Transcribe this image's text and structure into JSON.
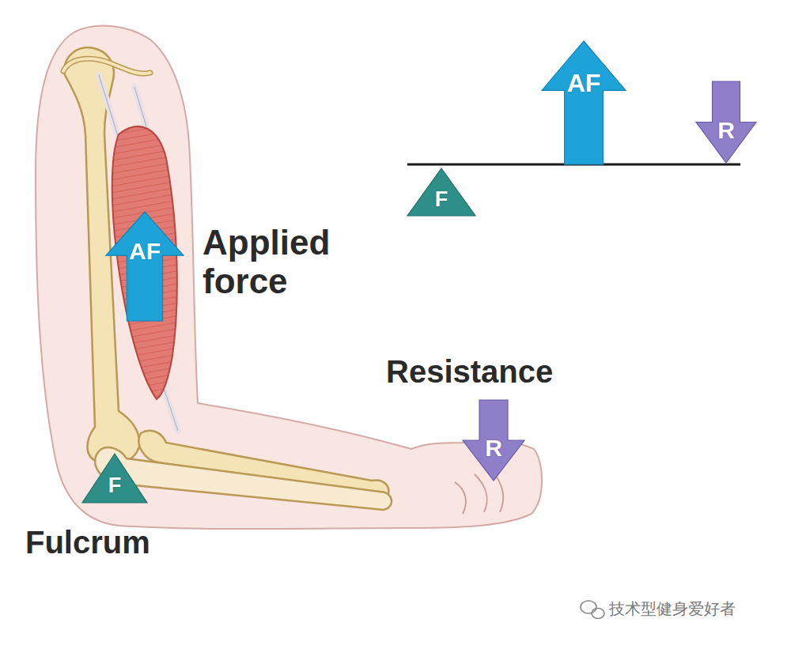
{
  "diagram": {
    "nodes": [
      {
        "text": [
          "AF"
        ]
      },
      {
        "text": [
          "R"
        ]
      },
      {
        "text": [
          "F"
        ]
      },
      {
        "text": [
          "AF"
        ]
      },
      {
        "text": [
          "R"
        ]
      },
      {
        "text": [
          "F"
        ]
      }
    ],
    "labels": [
      "Applied force",
      "Resistance",
      "Fulcrum",
      "技术型健身爱好者"
    ]
  }
}
